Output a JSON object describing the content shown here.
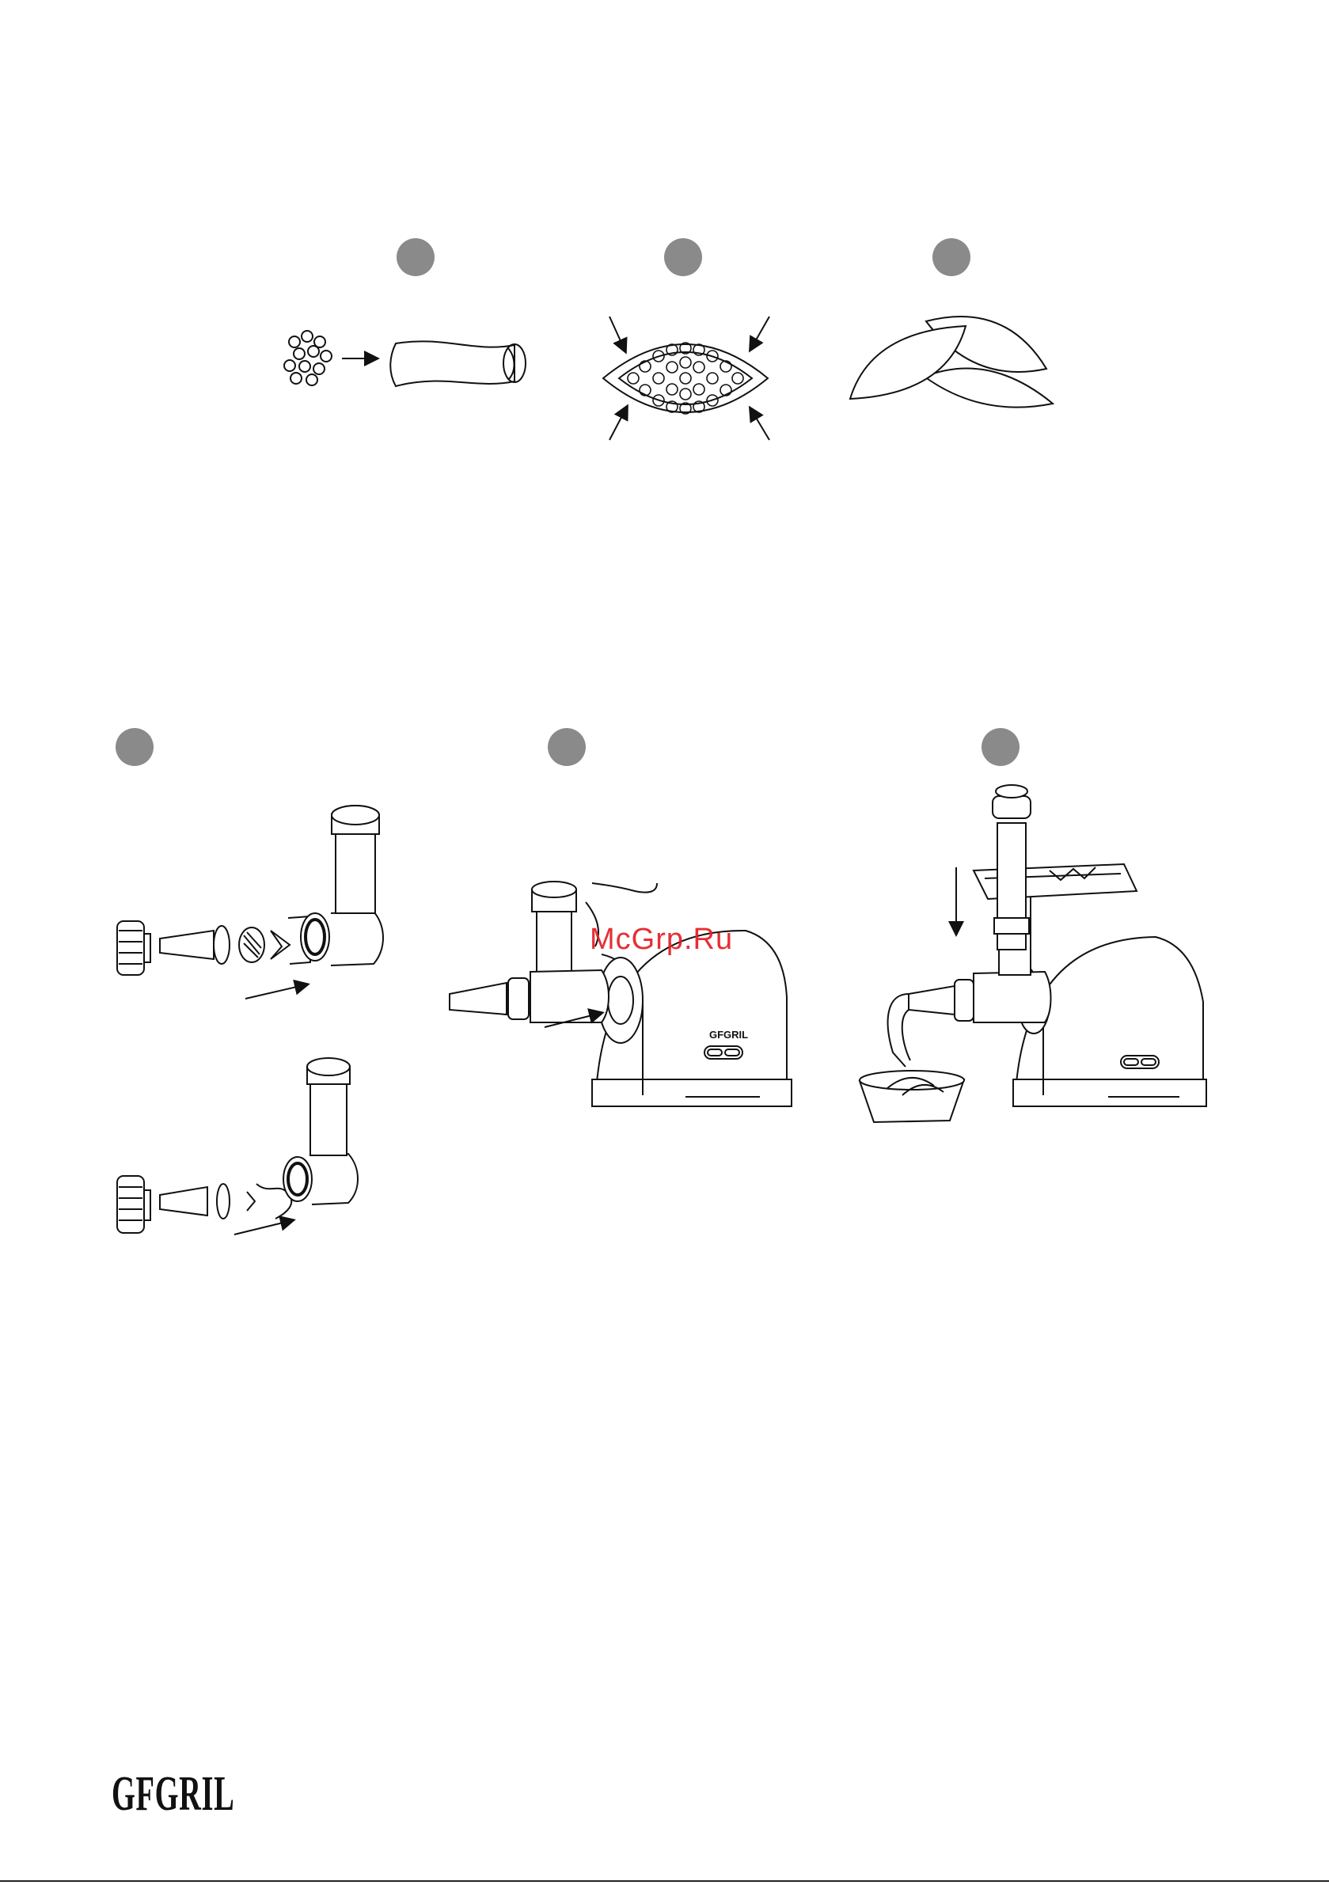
{
  "watermark": {
    "text": "McGrp.Ru",
    "color": "#e31e24"
  },
  "brand": {
    "logo_text": "GFGRIL",
    "device_label": "GFGRIL"
  },
  "colors": {
    "badge": "#8a8a8a",
    "line": "#111111",
    "background": "#ffffff"
  },
  "illustrations": {
    "top_row": [
      {
        "step": "stuffing-casing",
        "icon": "sausage-casing-icon"
      },
      {
        "step": "shape-kibbeh",
        "icon": "kibbeh-filled-shell-icon"
      },
      {
        "step": "finished-kibbeh",
        "icon": "kibbeh-pieces-icon"
      }
    ],
    "bottom_row": [
      {
        "step": "assemble-attachments",
        "icon": "exploded-assembly-icon"
      },
      {
        "step": "attach-to-motor",
        "icon": "meat-grinder-attach-icon"
      },
      {
        "step": "operate",
        "icon": "meat-grinder-operate-icon"
      }
    ]
  }
}
